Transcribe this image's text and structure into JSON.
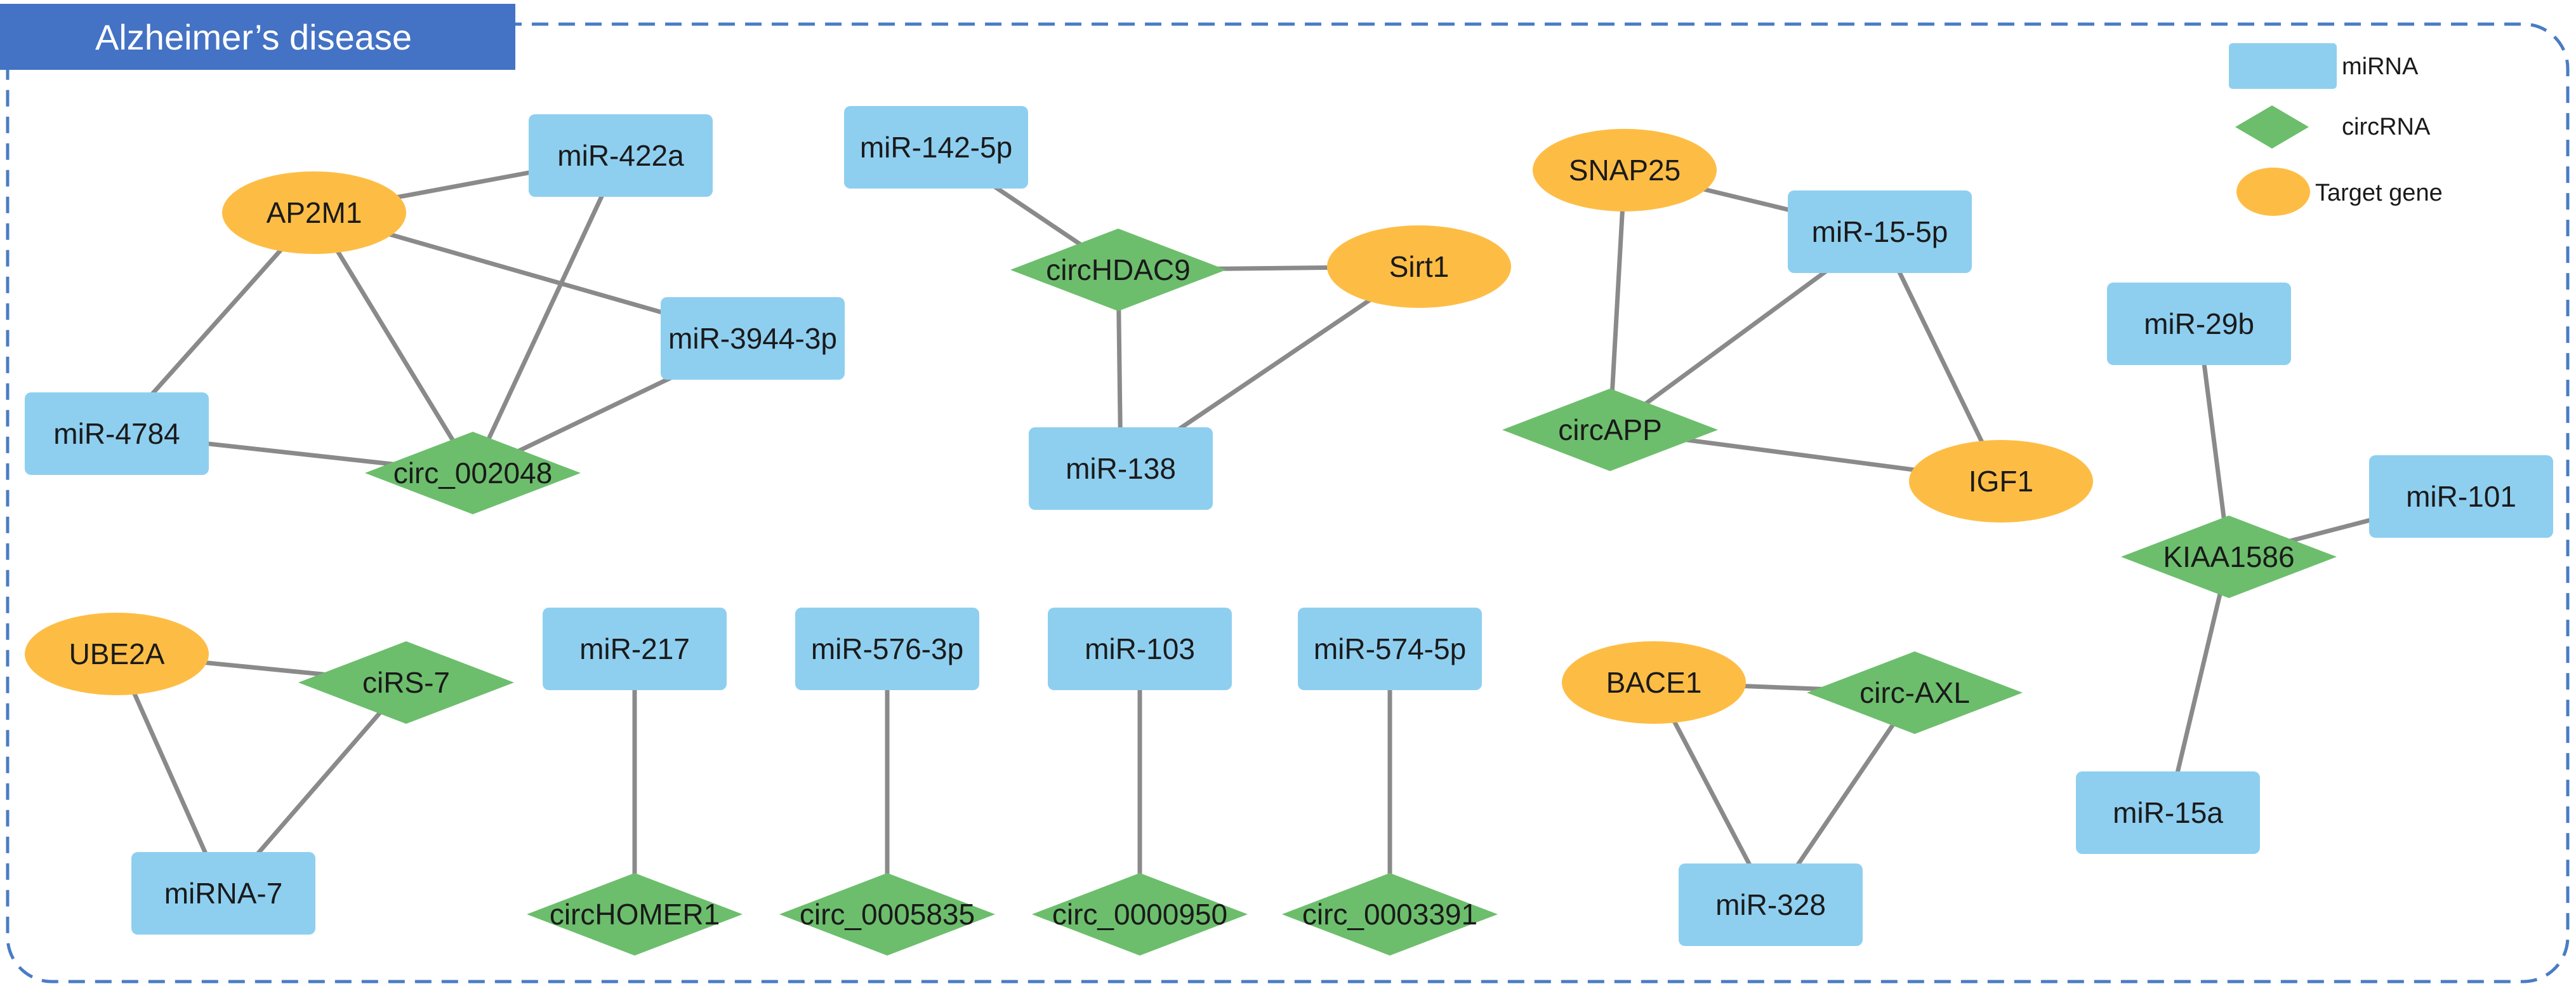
{
  "title": "Alzheimer’s disease",
  "colors": {
    "mirna": "#8ECFF0",
    "circrna": "#6CBE6C",
    "gene": "#FDBD45",
    "edge": "#8a8a8a",
    "frame": "#4A7CC4",
    "title_bg": "#4472C4"
  },
  "legend": [
    {
      "shape": "rect",
      "label": "miRNA"
    },
    {
      "shape": "diamond",
      "label": "circRNA"
    },
    {
      "shape": "ellipse",
      "label": "Target gene"
    }
  ],
  "nodes": {
    "ap2m1": {
      "label": "AP2M1",
      "type": "gene"
    },
    "mir422a": {
      "label": "miR-422a",
      "type": "mirna"
    },
    "mir3944": {
      "label": "miR-3944-3p",
      "type": "mirna"
    },
    "mir4784": {
      "label": "miR-4784",
      "type": "mirna"
    },
    "circ002048": {
      "label": "circ_002048",
      "type": "circrna"
    },
    "mir142": {
      "label": "miR-142-5p",
      "type": "mirna"
    },
    "circhdac9": {
      "label": "circHDAC9",
      "type": "circrna"
    },
    "sirt1": {
      "label": "Sirt1",
      "type": "gene"
    },
    "mir138": {
      "label": "miR-138",
      "type": "mirna"
    },
    "snap25": {
      "label": "SNAP25",
      "type": "gene"
    },
    "mir15_5p": {
      "label": "miR-15-5p",
      "type": "mirna"
    },
    "circapp": {
      "label": "circAPP",
      "type": "circrna"
    },
    "igf1": {
      "label": "IGF1",
      "type": "gene"
    },
    "mir29b": {
      "label": "miR-29b",
      "type": "mirna"
    },
    "mir101": {
      "label": "miR-101",
      "type": "mirna"
    },
    "kiaa1586": {
      "label": "KIAA1586",
      "type": "circrna"
    },
    "mir15a": {
      "label": "miR-15a",
      "type": "mirna"
    },
    "ube2a": {
      "label": "UBE2A",
      "type": "gene"
    },
    "cirs7": {
      "label": "ciRS-7",
      "type": "circrna"
    },
    "mirna7": {
      "label": "miRNA-7",
      "type": "mirna"
    },
    "mir217": {
      "label": "miR-217",
      "type": "mirna"
    },
    "circhomer1": {
      "label": "circHOMER1",
      "type": "circrna"
    },
    "mir576": {
      "label": "miR-576-3p",
      "type": "mirna"
    },
    "circ0005835": {
      "label": "circ_0005835",
      "type": "circrna"
    },
    "mir103": {
      "label": "miR-103",
      "type": "mirna"
    },
    "circ0000950": {
      "label": "circ_0000950",
      "type": "circrna"
    },
    "mir574": {
      "label": "miR-574-5p",
      "type": "mirna"
    },
    "circ0003391": {
      "label": "circ_0003391",
      "type": "circrna"
    },
    "bace1": {
      "label": "BACE1",
      "type": "gene"
    },
    "circaxl": {
      "label": "circ-AXL",
      "type": "circrna"
    },
    "mir328": {
      "label": "miR-328",
      "type": "mirna"
    }
  },
  "edges": [
    [
      "ap2m1",
      "mir422a"
    ],
    [
      "ap2m1",
      "mir3944"
    ],
    [
      "ap2m1",
      "mir4784"
    ],
    [
      "ap2m1",
      "circ002048"
    ],
    [
      "mir422a",
      "circ002048"
    ],
    [
      "mir3944",
      "circ002048"
    ],
    [
      "mir4784",
      "circ002048"
    ],
    [
      "mir142",
      "circhdac9"
    ],
    [
      "circhdac9",
      "sirt1"
    ],
    [
      "circhdac9",
      "mir138"
    ],
    [
      "sirt1",
      "mir138"
    ],
    [
      "snap25",
      "mir15_5p"
    ],
    [
      "snap25",
      "circapp"
    ],
    [
      "mir15_5p",
      "circapp"
    ],
    [
      "mir15_5p",
      "igf1"
    ],
    [
      "circapp",
      "igf1"
    ],
    [
      "mir29b",
      "kiaa1586"
    ],
    [
      "mir101",
      "kiaa1586"
    ],
    [
      "kiaa1586",
      "mir15a"
    ],
    [
      "ube2a",
      "cirs7"
    ],
    [
      "ube2a",
      "mirna7"
    ],
    [
      "cirs7",
      "mirna7"
    ],
    [
      "mir217",
      "circhomer1"
    ],
    [
      "mir576",
      "circ0005835"
    ],
    [
      "mir103",
      "circ0000950"
    ],
    [
      "mir574",
      "circ0003391"
    ],
    [
      "bace1",
      "circaxl"
    ],
    [
      "bace1",
      "mir328"
    ],
    [
      "circaxl",
      "mir328"
    ]
  ]
}
